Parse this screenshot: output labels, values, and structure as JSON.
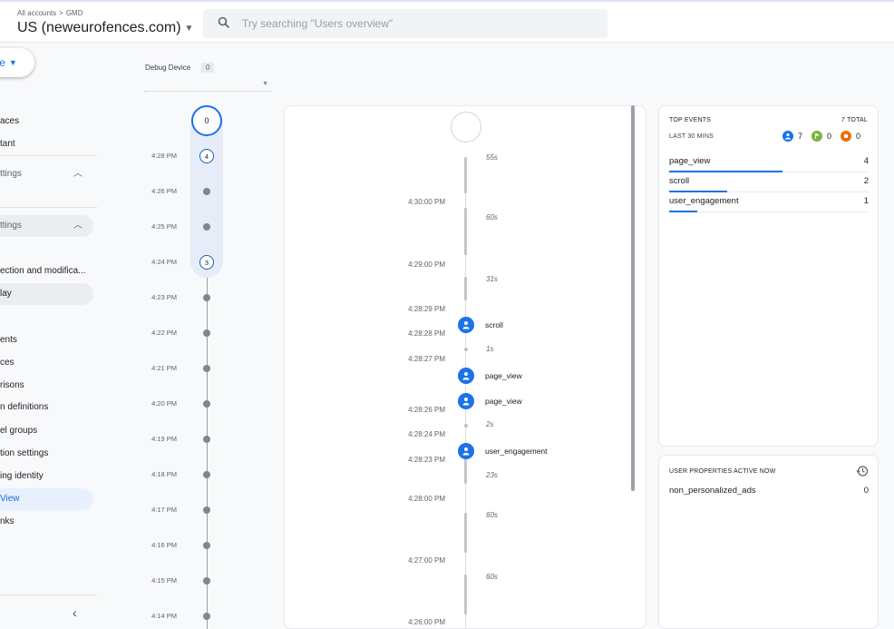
{
  "header": {
    "breadcrumb": [
      "All accounts",
      "GMD"
    ],
    "breadcrumb_sep": ">",
    "property_name": "US (neweurofences.com)",
    "search_placeholder": "Try searching \"Users overview\""
  },
  "leftnav": {
    "create_label": "e",
    "items": [
      {
        "label": "aces",
        "kind": "item"
      },
      {
        "label": "tant",
        "kind": "item"
      },
      {
        "label": "ttings",
        "kind": "section"
      },
      {
        "label": "ttings",
        "kind": "section"
      },
      {
        "label": "ection and modifica...",
        "kind": "item"
      },
      {
        "label": "lay",
        "kind": "shaded"
      },
      {
        "label": "ents",
        "kind": "item"
      },
      {
        "label": "ces",
        "kind": "item"
      },
      {
        "label": "risons",
        "kind": "item"
      },
      {
        "label": "n definitions",
        "kind": "item"
      },
      {
        "label": "el groups",
        "kind": "item"
      },
      {
        "label": "tion settings",
        "kind": "item"
      },
      {
        "label": "ing identity",
        "kind": "item"
      },
      {
        "label": "View",
        "kind": "active"
      },
      {
        "label": "nks",
        "kind": "item"
      }
    ],
    "collapse_glyph": "‹"
  },
  "debug": {
    "label": "Debug Device",
    "count": "0"
  },
  "minutes_stream": {
    "top_count": "0",
    "rows": [
      {
        "time": "4:28 PM",
        "count": "4"
      },
      {
        "time": "4:26 PM",
        "count": ""
      },
      {
        "time": "4:25 PM",
        "count": ""
      },
      {
        "time": "4:24 PM",
        "count": "3"
      },
      {
        "time": "4:23 PM",
        "count": ""
      },
      {
        "time": "4:22 PM",
        "count": ""
      },
      {
        "time": "4:21 PM",
        "count": ""
      },
      {
        "time": "4:20 PM",
        "count": ""
      },
      {
        "time": "4:19 PM",
        "count": ""
      },
      {
        "time": "4:18 PM",
        "count": ""
      },
      {
        "time": "4:17 PM",
        "count": ""
      },
      {
        "time": "4:16 PM",
        "count": ""
      },
      {
        "time": "4:15 PM",
        "count": ""
      },
      {
        "time": "4:14 PM",
        "count": ""
      }
    ]
  },
  "seconds_stream": {
    "times": [
      "4:30:00 PM",
      "4:29:00 PM",
      "4:28:29 PM",
      "4:28:28 PM",
      "4:28:27 PM",
      "4:28:26 PM",
      "4:28:24 PM",
      "4:28:23 PM",
      "4:28:00 PM",
      "4:27:00 PM",
      "4:26:00 PM"
    ],
    "durations": [
      "55s",
      "60s",
      "31s",
      "1s",
      "2s",
      "23s",
      "60s",
      "60s"
    ],
    "events": [
      "scroll",
      "page_view",
      "page_view",
      "user_engagement"
    ]
  },
  "top_events": {
    "title": "TOP EVENTS",
    "total": "7 TOTAL",
    "period": "LAST 30 MINS",
    "counts": {
      "users": "7",
      "conversions": "0",
      "errors": "0"
    },
    "colors": {
      "users": "#1a73e8",
      "conversions": "#7cb342",
      "errors": "#e8710a"
    },
    "rows": [
      {
        "name": "page_view",
        "value": "4",
        "share": 0.57
      },
      {
        "name": "scroll",
        "value": "2",
        "share": 0.29
      },
      {
        "name": "user_engagement",
        "value": "1",
        "share": 0.14
      }
    ]
  },
  "user_properties": {
    "title": "USER PROPERTIES ACTIVE NOW",
    "rows": [
      {
        "name": "non_personalized_ads",
        "value": "0"
      }
    ]
  }
}
